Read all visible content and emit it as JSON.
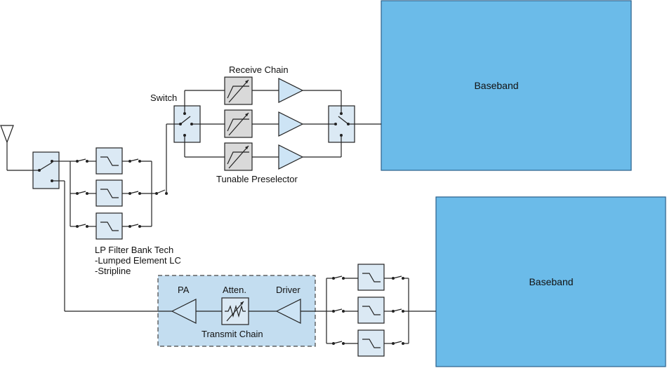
{
  "labels": {
    "receive_chain": "Receive Chain",
    "switch": "Switch",
    "tunable_preselector": "Tunable Preselector",
    "baseband_top": "Baseband",
    "baseband_bottom": "Baseband",
    "lp_filter_title": "LP Filter Bank Tech",
    "lp_filter_item1": "-Lumped Element LC",
    "lp_filter_item2": "-Stripline",
    "pa": "PA",
    "atten": "Atten.",
    "driver": "Driver",
    "transmit_chain": "Transmit Chain"
  },
  "colors": {
    "baseband_fill": "#6bbbe9",
    "baseband_stroke": "#2a5f8a",
    "component_fill": "#dbe9f4",
    "tunable_fill": "#d9d9d9",
    "amplifier_fill": "#cde4f5",
    "transmit_panel_fill": "#c3ddf0",
    "line": "#222222"
  },
  "icons": [
    "antenna-icon",
    "spdt-switch-icon",
    "lowpass-filter-icon",
    "tunable-filter-icon",
    "amplifier-icon",
    "variable-attenuator-icon"
  ]
}
